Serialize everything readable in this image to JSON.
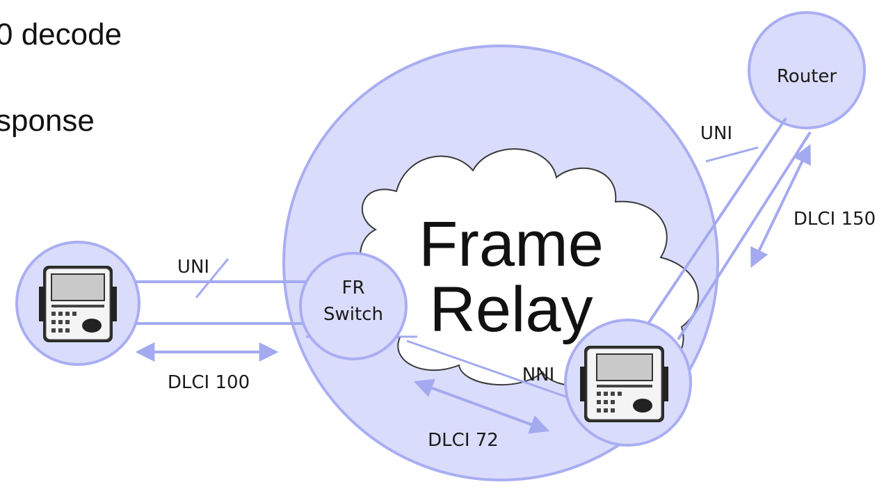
{
  "slide_text": {
    "line1": "0 decode",
    "line2": "sponse"
  },
  "diagram": {
    "cloud_line1": "Frame",
    "cloud_line2": "Relay",
    "router_label": "Router",
    "switch_line1": "FR",
    "switch_line2": "Switch",
    "uni_left_label": "UNI",
    "uni_right_label": "UNI",
    "nni_label": "NNI",
    "dlci_left_label": "DLCI 100",
    "dlci_bottom_label": "DLCI 72",
    "dlci_right_label": "DLCI 150"
  },
  "colors": {
    "circle_fill": "#dadcfb",
    "circle_stroke": "#a9aef2",
    "line": "#a4aaf0",
    "cloud_fill": "#ffffff",
    "cloud_stroke": "#3a3a3a"
  }
}
